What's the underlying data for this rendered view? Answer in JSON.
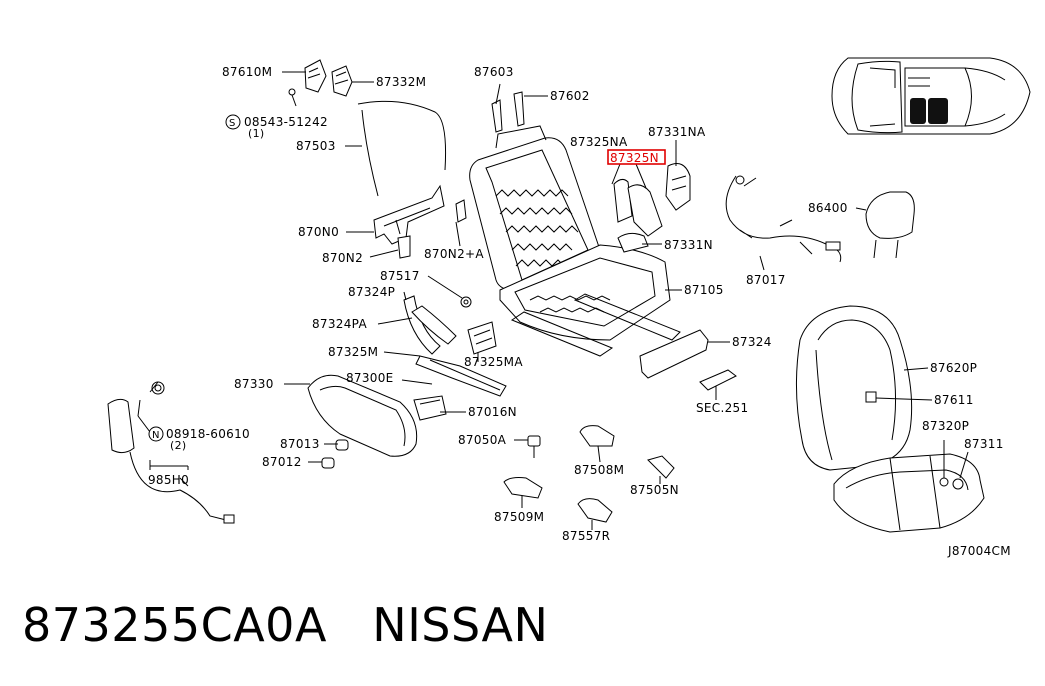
{
  "diagram_id": "J87004CM",
  "highlight_color": "#e00000",
  "highlighted_label": "87325N",
  "caption": {
    "part_number": "873255CA0A",
    "brand": "NISSAN"
  },
  "labels": {
    "l87610M": "87610M",
    "l87332M": "87332M",
    "l08543": "08543-51242",
    "l08543qty": "(1)",
    "l87503": "87503",
    "l870N0": "870N0",
    "l870N2": "870N2",
    "l870N2A": "870N2+A",
    "l87517": "87517",
    "l87324P": "87324P",
    "l87324PA": "87324PA",
    "l87325M": "87325M",
    "l87325MA": "87325MA",
    "l87330": "87330",
    "l87300E": "87300E",
    "l87016N": "87016N",
    "l08918": "08918-60610",
    "l08918qty": "(2)",
    "l87013": "87013",
    "l87012": "87012",
    "l985H0": "985H0",
    "l87603": "87603",
    "l87602": "87602",
    "l87325NA": "87325NA",
    "l87331NA": "87331NA",
    "l87325N": "87325N",
    "l87331N": "87331N",
    "l87105": "87105",
    "l87017": "87017",
    "l86400": "86400",
    "l87324": "87324",
    "lSEC251": "SEC.251",
    "l87050A": "87050A",
    "l87508M": "87508M",
    "l87505N": "87505N",
    "l87509M": "87509M",
    "l87557R": "87557R",
    "l87620P": "87620P",
    "l87611": "87611",
    "l87320P": "87320P",
    "l87311": "87311",
    "symS": "S",
    "symN": "N"
  }
}
